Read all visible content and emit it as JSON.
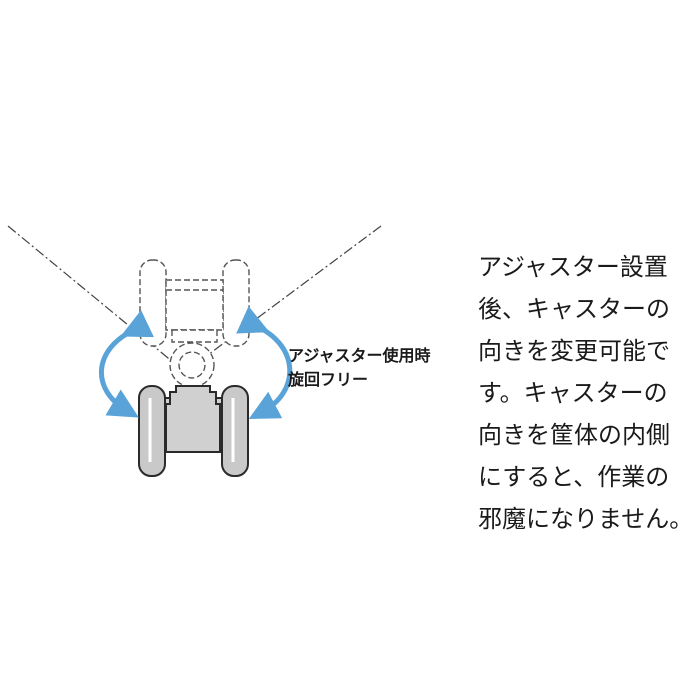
{
  "caption": {
    "line1": "アジャスター使用時",
    "line2": "旋回フリー"
  },
  "description": {
    "lines": [
      "アジャスター設置",
      "後、キャスターの",
      "向きを変更可能で",
      "す。キャスターの",
      "向きを筐体の内側",
      "にすると、作業の",
      "邪魔になりません。"
    ]
  },
  "colors": {
    "arrow": "#5aa3d8",
    "wheel_fill": "#c9c9c9",
    "body_fill": "#d0d0d0",
    "outline": "#2a2a2a"
  }
}
